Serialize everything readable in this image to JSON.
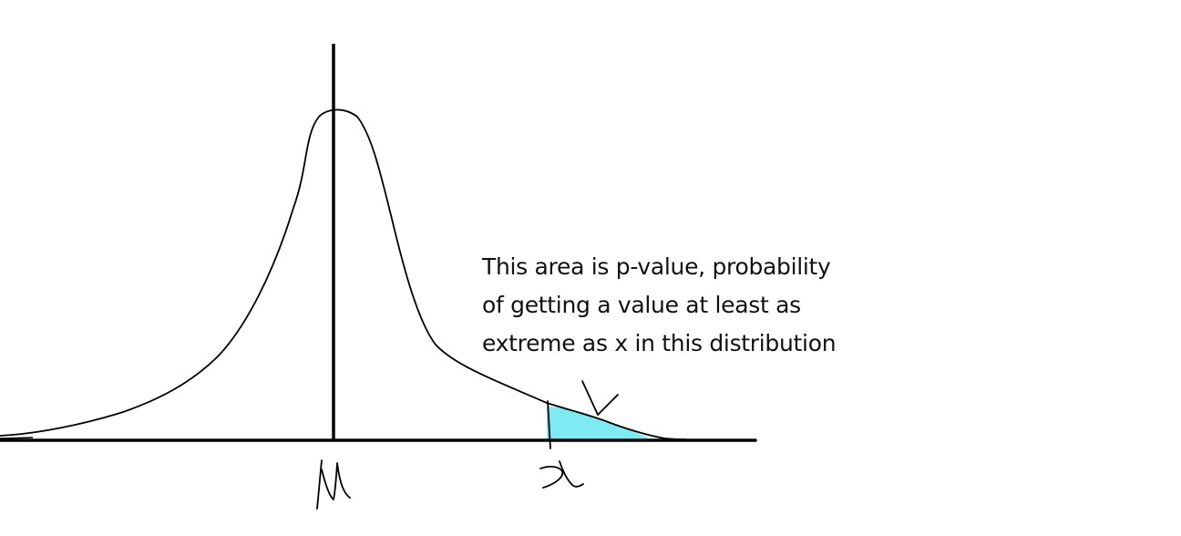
{
  "annotation": {
    "lines": [
      "This area is p-value, probability",
      "of getting a value at least as",
      "extreme as x in this distribution"
    ]
  },
  "labels": {
    "mean_symbol": "μ",
    "x_symbol": "x"
  },
  "colors": {
    "ink": "#000000",
    "shaded_area": "#7FEAF2",
    "background": "#ffffff"
  }
}
